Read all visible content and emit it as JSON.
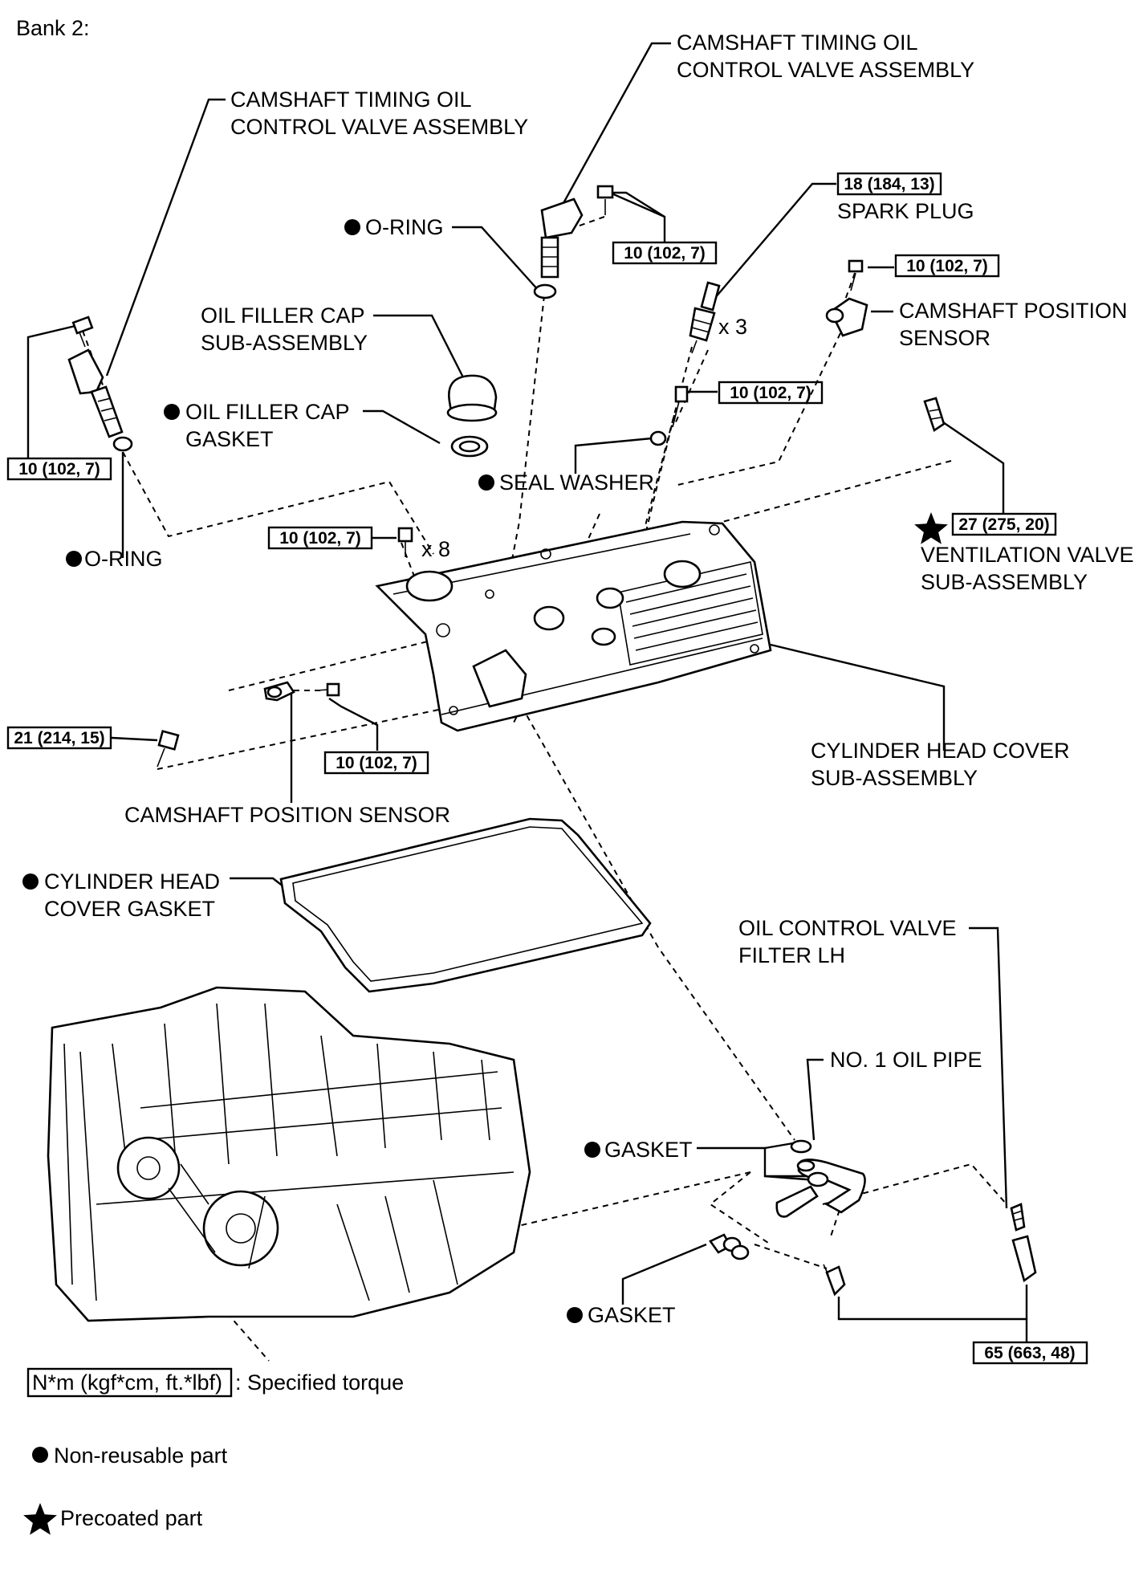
{
  "heading": "Bank 2:",
  "labels": {
    "ocv_left_1": "CAMSHAFT TIMING OIL",
    "ocv_left_2": "CONTROL VALVE ASSEMBLY",
    "ocv_top_1": "CAMSHAFT TIMING OIL",
    "ocv_top_2": "CONTROL VALVE ASSEMBLY",
    "spark_plug": "SPARK PLUG",
    "o_ring_top": "O-RING",
    "filler_cap_1": "OIL FILLER CAP",
    "filler_cap_2": "SUB-ASSEMBLY",
    "x3": "x 3",
    "cam_sensor_right_1": "CAMSHAFT POSITION",
    "cam_sensor_right_2": "SENSOR",
    "filler_gasket_1": "OIL FILLER CAP",
    "filler_gasket_2": "GASKET",
    "seal_washer": "SEAL WASHER",
    "o_ring_left": "O-RING",
    "x8": "x 8",
    "vent_valve_1": "VENTILATION VALVE",
    "vent_valve_2": "SUB-ASSEMBLY",
    "head_cover_1": "CYLINDER HEAD COVER",
    "head_cover_2": "SUB-ASSEMBLY",
    "cam_sensor_left": "CAMSHAFT POSITION SENSOR",
    "head_gasket_1": "CYLINDER HEAD",
    "head_gasket_2": "COVER GASKET",
    "ocv_filter_1": "OIL CONTROL VALVE",
    "ocv_filter_2": "FILTER LH",
    "oil_pipe": "NO. 1 OIL PIPE",
    "gasket_1": "GASKET",
    "gasket_2": "GASKET"
  },
  "torques": {
    "t_ocv_top": "10 (102, 7)",
    "t_spark": "18 (184, 13)",
    "t_sensor_right": "10 (102, 7)",
    "t_ocv_left": "10 (102, 7)",
    "t_seal": "10 (102, 7)",
    "t_cover": "10 (102, 7)",
    "t_vent": "27 (275, 20)",
    "t_21": "21 (214, 15)",
    "t_sensor_left": "10 (102, 7)",
    "t_pipe": "65 (663, 48)"
  },
  "legend": {
    "torque_box": "N*m (kgf*cm, ft.*lbf)",
    "torque_desc": ": Specified torque",
    "non_reusable": "Non-reusable part",
    "precoated": "Precoated part"
  }
}
